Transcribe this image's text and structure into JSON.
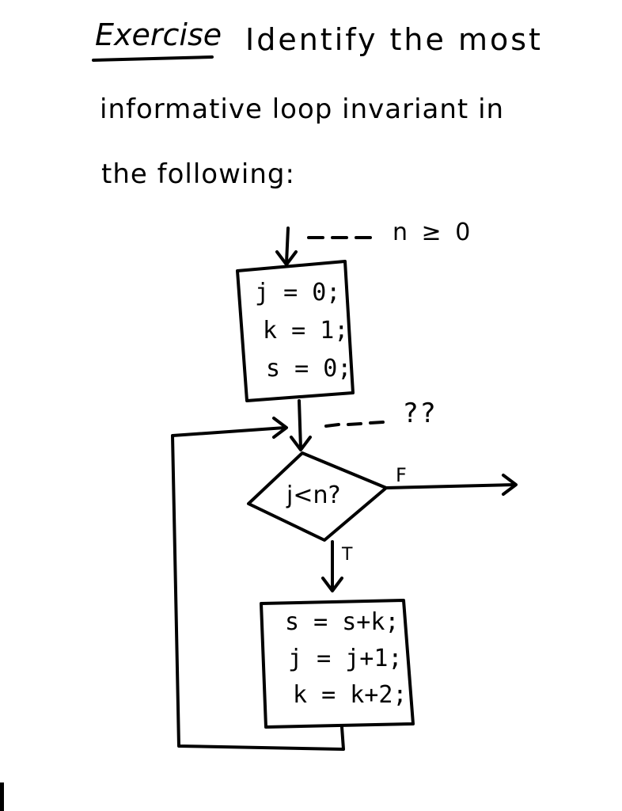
{
  "heading": {
    "exercise_word": "Exercise",
    "line1_rest": "Identify the most",
    "line2": "informative loop invariant in",
    "line3": "the following:"
  },
  "flowchart": {
    "precondition": "n ≥ 0",
    "init_lines": [
      "j = 0;",
      "k = 1;",
      "s = 0;"
    ],
    "invariant_placeholder": "??",
    "condition": "j<n?",
    "false_label": "F",
    "true_label": "T",
    "body_lines": [
      "s = s+k;",
      "j = j+1;",
      "k = k+2;"
    ]
  }
}
